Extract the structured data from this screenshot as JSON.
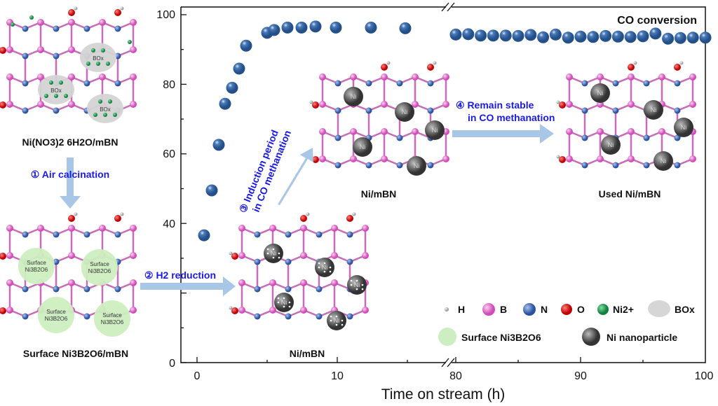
{
  "colors": {
    "boron": "#e060c8",
    "nitrogen": "#3a66b0",
    "oxygen": "#e01010",
    "hydrogen": "#e8e8e8",
    "ni2plus": "#20a050",
    "box": "#d4d4d4",
    "surface_oxide": "#cdeec0",
    "ni": "#555555",
    "point": "#2f5f9a",
    "arrow": "#a8c6e6",
    "step_text": "#1a1ae6"
  },
  "panels": {
    "precursor": {
      "label": "Ni(NO3)2 6H2O/mBN",
      "box_labels": [
        "BOx",
        "BOx",
        "BOx"
      ]
    },
    "calcined": {
      "label": "Surface Ni3B2O6/mBN",
      "patch_labels": [
        "Surface",
        "Ni3B2O6"
      ]
    },
    "reduced": {
      "label": "Ni/mBN"
    },
    "active": {
      "label": "Ni/mBN"
    },
    "used": {
      "label": "Used Ni/mBN"
    },
    "ni_label": "Ni"
  },
  "steps": {
    "s1": "① Air calcination",
    "s2": "② H2 reduction",
    "s3_line1": "③ Induction period",
    "s3_line2": "in CO methanation",
    "s4_line1": "④ Remain stable",
    "s4_line2": "in CO methanation"
  },
  "legend": {
    "h": "H",
    "b": "B",
    "n": "N",
    "o": "O",
    "ni2": "Ni2+",
    "box": "BOx",
    "surface": "Surface Ni3B2O6",
    "nanoparticle": "Ni nanoparticle"
  },
  "chart_data": {
    "type": "scatter",
    "title": "CO conversion",
    "xlabel": "Time on stream (h)",
    "ylabel": "",
    "ylim": [
      0,
      100
    ],
    "xlim_segments": [
      [
        0,
        18
      ],
      [
        80,
        100
      ]
    ],
    "axis_break": true,
    "xticks_left": [
      "0",
      "10"
    ],
    "xticks_right": [
      "80",
      "90",
      "100"
    ],
    "yticks": [
      "0",
      "40",
      "60",
      "80",
      "100"
    ],
    "series": [
      {
        "name": "CO conversion",
        "x": [
          0.5,
          1.05,
          1.55,
          2.0,
          2.5,
          3.0,
          3.5,
          5.0,
          5.5,
          6.45,
          7.45,
          8.45,
          9.9,
          12.4,
          14.85,
          80,
          81,
          82,
          83,
          84,
          85,
          86,
          87,
          88,
          89,
          90,
          91,
          92,
          93,
          94,
          95,
          96,
          97,
          98,
          99,
          100
        ],
        "y": [
          36.6,
          49.5,
          62.6,
          74.4,
          79.0,
          84.5,
          91.1,
          94.8,
          95.6,
          96.3,
          96.3,
          96.6,
          96.3,
          96.3,
          96.1,
          94.3,
          94.4,
          94.0,
          94.0,
          94.0,
          93.9,
          94.2,
          93.5,
          94.3,
          93.4,
          93.7,
          93.6,
          93.9,
          93.7,
          93.6,
          93.8,
          94.6,
          93.1,
          93.3,
          93.4,
          93.4
        ]
      }
    ]
  }
}
